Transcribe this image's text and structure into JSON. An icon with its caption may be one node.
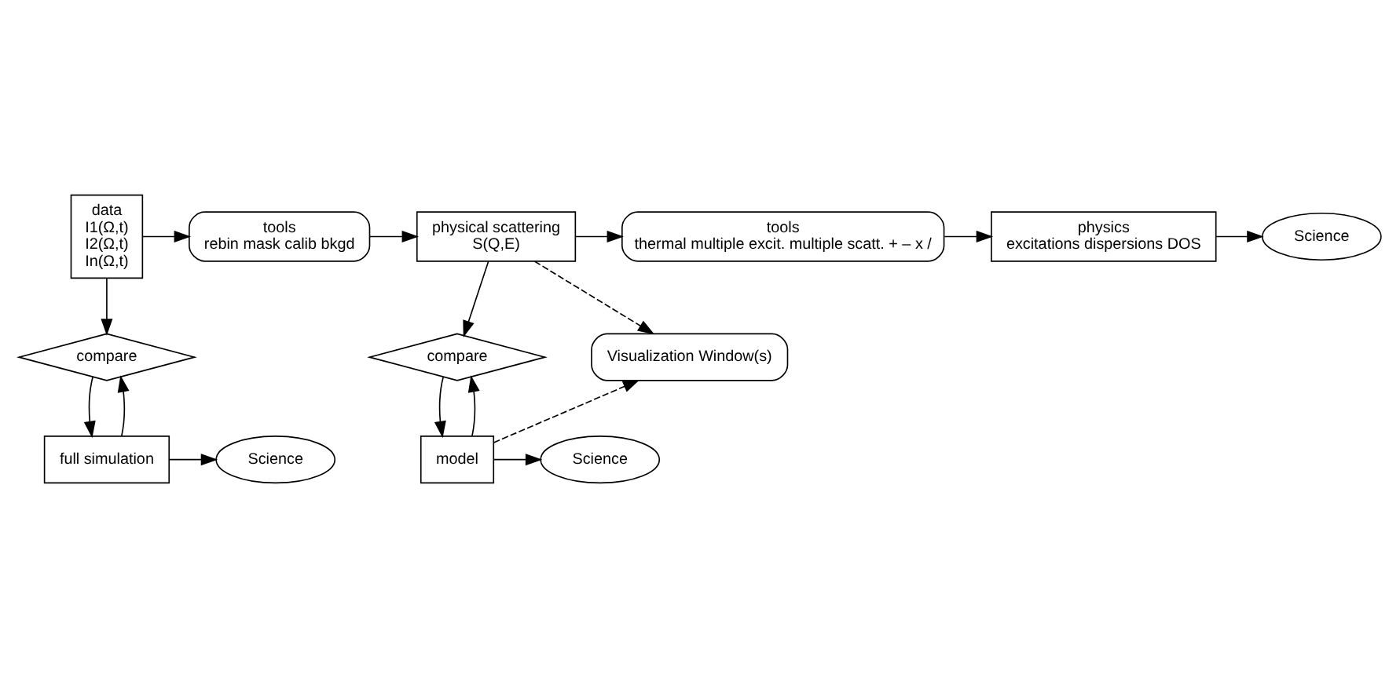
{
  "diagram": {
    "nodes": [
      {
        "text": [
          "data",
          "I1(Ω,t)",
          "I2(Ω,t)",
          "In(Ω,t)"
        ]
      },
      {
        "text": [
          "tools",
          "rebin mask calib bkgd"
        ]
      },
      {
        "text": [
          "physical scattering",
          "S(Q,E)"
        ]
      },
      {
        "text": [
          "tools",
          "thermal multiple excit. multiple scatt. + – x /"
        ]
      },
      {
        "text": [
          "physics",
          "excitations dispersions DOS"
        ]
      },
      {
        "text": [
          "Science"
        ]
      },
      {
        "text": [
          "compare"
        ]
      },
      {
        "text": [
          "full simulation"
        ]
      },
      {
        "text": [
          "Science"
        ]
      },
      {
        "text": [
          "compare"
        ]
      },
      {
        "text": [
          "Visualization Window(s)"
        ]
      },
      {
        "text": [
          "model"
        ]
      },
      {
        "text": [
          "Science"
        ]
      }
    ],
    "edges": [
      {
        "from": 0,
        "to": 1,
        "arrow": "to"
      },
      {
        "from": 1,
        "to": 2,
        "arrow": "to"
      },
      {
        "from": 2,
        "to": 3,
        "arrow": "to"
      },
      {
        "from": 3,
        "to": 4,
        "arrow": "to"
      },
      {
        "from": 4,
        "to": 5,
        "arrow": "to"
      },
      {
        "from": 0,
        "to": 6,
        "arrow": "to"
      },
      {
        "from": 7,
        "to": 6,
        "arrow": "to"
      },
      {
        "from": 6,
        "to": 7,
        "arrow": "to"
      },
      {
        "from": 7,
        "to": 8,
        "arrow": "to"
      },
      {
        "from": 2,
        "to": 9,
        "arrow": "to"
      },
      {
        "from": 11,
        "to": 9,
        "arrow": "to"
      },
      {
        "from": 9,
        "to": 11,
        "arrow": "to"
      },
      {
        "from": 11,
        "to": 12,
        "arrow": "to"
      },
      {
        "from": 2,
        "to": 10,
        "arrow": "to",
        "style": "dashed"
      },
      {
        "from": 11,
        "to": 10,
        "arrow": "to",
        "style": "dashed"
      }
    ]
  }
}
